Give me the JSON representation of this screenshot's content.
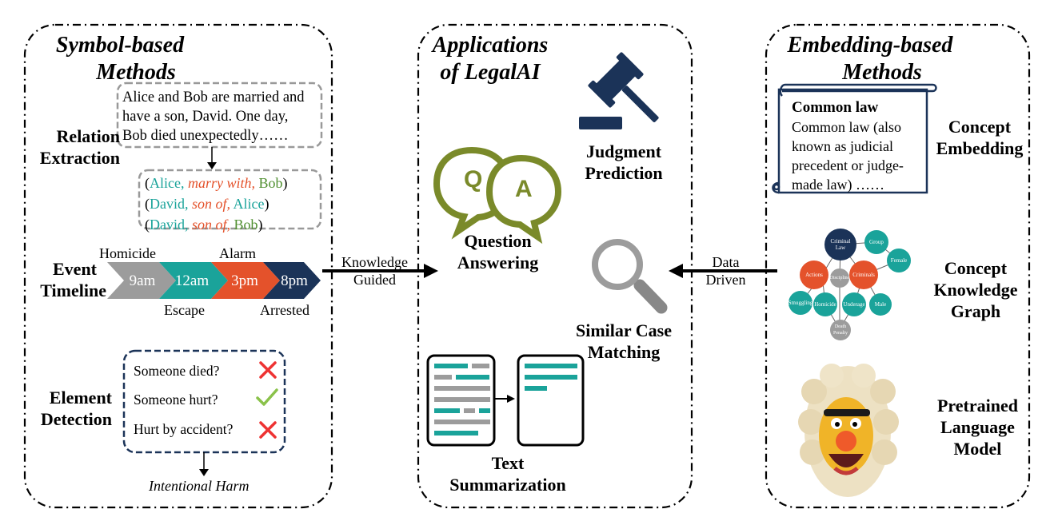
{
  "colors": {
    "teal": "#1aa39a",
    "orange": "#e4522b",
    "navy": "#1b3358",
    "gray": "#9c9c9c",
    "olive": "#7a8a2a",
    "green": "#4f8f2f"
  },
  "left_panel": {
    "title_line1": "Symbol-based",
    "title_line2": "Methods",
    "relation_extraction": {
      "label_line1": "Relation",
      "label_line2": "Extraction",
      "story": "Alice and Bob are married and have a son, David. One day, Bob died unexpectedly……",
      "triples": [
        {
          "subject": "Alice,",
          "relation": "marry with,",
          "object": "Bob"
        },
        {
          "subject": "David,",
          "relation": "son of,",
          "object": "Alice"
        },
        {
          "subject": "David,",
          "relation": "son of,",
          "object": "Bob"
        }
      ]
    },
    "event_timeline": {
      "label_line1": "Event",
      "label_line2": "Timeline",
      "times": [
        "9am",
        "12am",
        "3pm",
        "8pm"
      ],
      "events_above": [
        "Homicide",
        "Alarm"
      ],
      "events_below": [
        "Escape",
        "Arrested"
      ]
    },
    "element_detection": {
      "label_line1": "Element",
      "label_line2": "Detection",
      "questions": [
        {
          "text": "Someone died?",
          "mark": "cross"
        },
        {
          "text": "Someone hurt?",
          "mark": "check"
        },
        {
          "text": "Hurt by accident?",
          "mark": "cross"
        }
      ],
      "result": "Intentional Harm"
    }
  },
  "arrows": {
    "left_line1": "Knowledge",
    "left_line2": "Guided",
    "right_line1": "Data",
    "right_line2": "Driven"
  },
  "middle_panel": {
    "title_line1": "Applications",
    "title_line2": "of LegalAI",
    "qa_letters": [
      "Q",
      "A"
    ],
    "tasks": {
      "judgment_line1": "Judgment",
      "judgment_line2": "Prediction",
      "qa_line1": "Question",
      "qa_line2": "Answering",
      "similar_line1": "Similar Case",
      "similar_line2": "Matching",
      "summ_line1": "Text",
      "summ_line2": "Summarization"
    }
  },
  "right_panel": {
    "title_line1": "Embedding-based",
    "title_line2": "Methods",
    "concept_embedding": {
      "label_line1": "Concept",
      "label_line2": "Embedding",
      "card_title": "Common law",
      "card_body": "Common law (also known as judicial precedent or judge-made law) ……"
    },
    "knowledge_graph": {
      "label_line1": "Concept",
      "label_line2": "Knowledge",
      "label_line3": "Graph",
      "nodes": {
        "criminal_law_1": "Criminal",
        "criminal_law_2": "Law",
        "group": "Group",
        "female": "Female",
        "actions": "Actions",
        "discipline": "Discipline",
        "criminals": "Criminals",
        "smuggling": "Smuggling",
        "homicide": "Homicide",
        "underage": "Underage",
        "male": "Male",
        "death_penalty_1": "Death",
        "death_penalty_2": "Penalty"
      }
    },
    "pretrained": {
      "label_line1": "Pretrained",
      "label_line2": "Language",
      "label_line3": "Model"
    }
  }
}
